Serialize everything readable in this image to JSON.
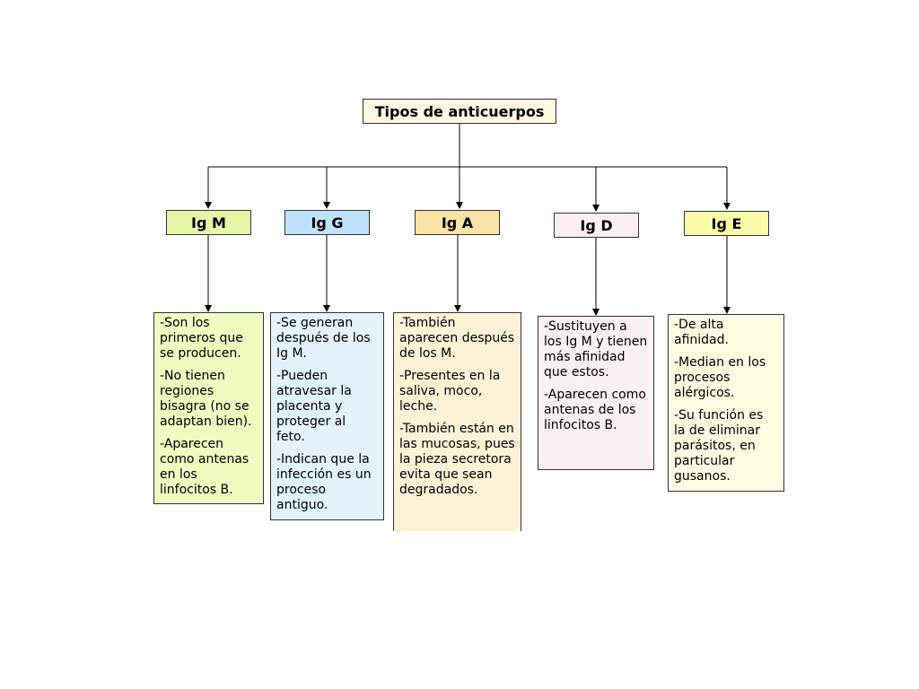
{
  "root": {
    "label": "Tipos de anticuerpos"
  },
  "types": [
    {
      "label": "Ig M",
      "color": "#e5f7a7",
      "desc_color": "#eefcc0",
      "description": [
        "-Son los primeros que se producen.",
        "-No tienen regiones bisagra (no se adaptan bien).",
        "-Aparecen como antenas en los linfocitos B."
      ]
    },
    {
      "label": "Ig G",
      "color": "#bfe2fb",
      "desc_color": "#e3f3fc",
      "description": [
        "-Se generan después de los Ig M.",
        "-Pueden atravesar la placenta y proteger al feto.",
        "-Indican que la infección es un proceso antiguo."
      ]
    },
    {
      "label": "Ig A",
      "color": "#fbe2a5",
      "desc_color": "#fdf2d6",
      "description": [
        "-También aparecen después de los M.",
        "-Presentes en la saliva, moco, leche.",
        "-También están en las mucosas, pues la pieza secretora evita que sean degradados."
      ]
    },
    {
      "label": "Ig D",
      "color": "#fceef0",
      "desc_color": "#fdf0f1",
      "description": [
        "-Sustituyen a los Ig M y tienen más afinidad que estos.",
        "-Aparecen como antenas de los linfocitos B."
      ]
    },
    {
      "label": "Ig E",
      "color": "#fbfba7",
      "desc_color": "#fdfde2",
      "description": [
        "-De alta afinidad.",
        "-Median en los procesos alérgicos.",
        "-Su función es la de eliminar parásitos, en particular gusanos."
      ]
    }
  ]
}
